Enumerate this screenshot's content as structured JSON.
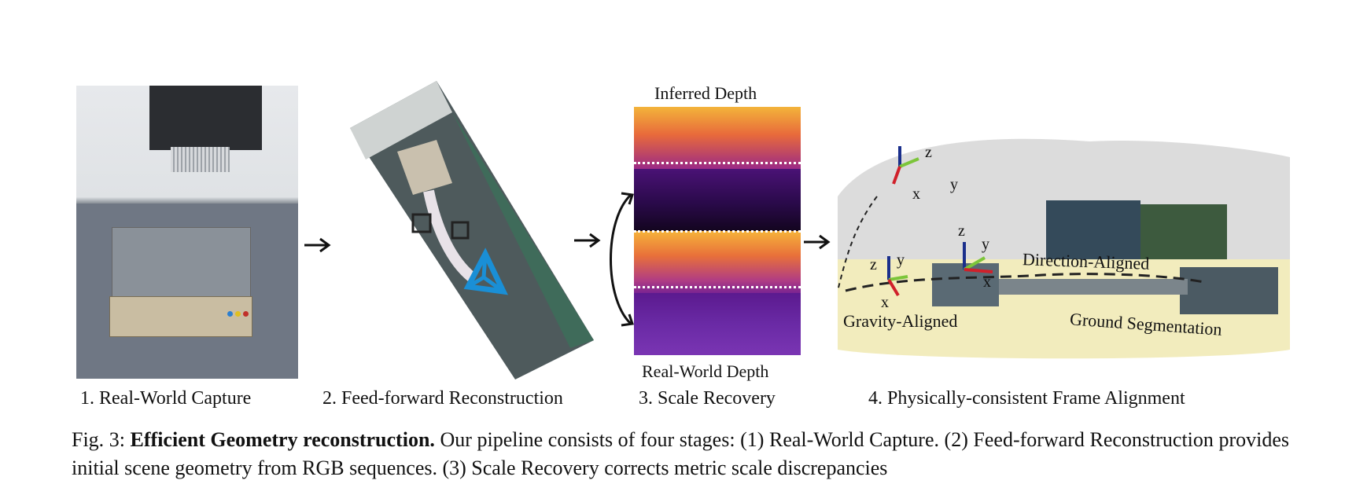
{
  "stages": [
    {
      "label": "1. Real-World Capture"
    },
    {
      "label": "2. Feed-forward Reconstruction"
    },
    {
      "label": "3. Scale Recovery"
    },
    {
      "label": "4. Physically-consistent Frame Alignment"
    }
  ],
  "depth_panel": {
    "top_label": "Inferred Depth",
    "bottom_label": "Real-World Depth"
  },
  "alignment_panel": {
    "labels": {
      "direction": "Direction-Aligned",
      "gravity": "Gravity-Aligned",
      "ground": "Ground Segmentation"
    },
    "axes": {
      "z": "z",
      "x": "x",
      "y": "y"
    },
    "axis_colors": {
      "z": "#1a2f8c",
      "x": "#d0202a",
      "y": "#7cc53a"
    }
  },
  "figure_caption": {
    "prefix": "Fig. 3:",
    "title": "Efficient Geometry reconstruction.",
    "text_line1": " Our pipeline consists of four stages: (1) Real-World Capture. (2) Feed-forward",
    "text_line2": "Reconstruction provides initial scene geometry from RGB sequences. (3) Scale Recovery corrects metric scale discrepancies"
  },
  "colors": {
    "camera_icon": "#1a8fd6",
    "ground_fill": "#f2ecbd"
  }
}
